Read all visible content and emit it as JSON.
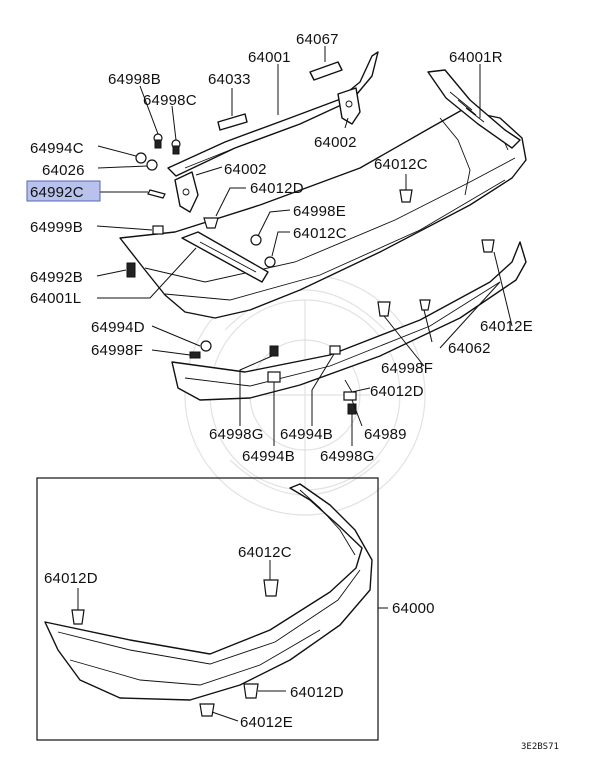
{
  "diagram": {
    "callouts": {
      "c64067": "64067",
      "c64001_top": "64001",
      "c64001R": "64001R",
      "c64998B": "64998B",
      "c64033": "64033",
      "c64998C": "64998C",
      "c64002_right": "64002",
      "c64994C": "64994C",
      "c64026": "64026",
      "c64002_left": "64002",
      "c64012C_top": "64012C",
      "c64992C": "64992C",
      "c64012D_top": "64012D",
      "c64999B": "64999B",
      "c64998E": "64998E",
      "c64012C_mid": "64012C",
      "c64992B": "64992B",
      "c64001L": "64001L",
      "c64012E_top": "64012E",
      "c64994D": "64994D",
      "c64062": "64062",
      "c64998F_left": "64998F",
      "c64998F_right": "64998F",
      "c64012D_mid": "64012D",
      "c64998G_left": "64998G",
      "c64994B_a": "64994B",
      "c64989": "64989",
      "c64994B_b": "64994B",
      "c64998G_right": "64998G",
      "c64012C_box": "64012C",
      "c64012D_box_left": "64012D",
      "c64000": "64000",
      "c64012D_box_bottom": "64012D",
      "c64012E_box": "64012E"
    },
    "highlighted_part": "64992C",
    "highlight_color": "#b8c2ec",
    "reference_code": "3E2BS71"
  }
}
